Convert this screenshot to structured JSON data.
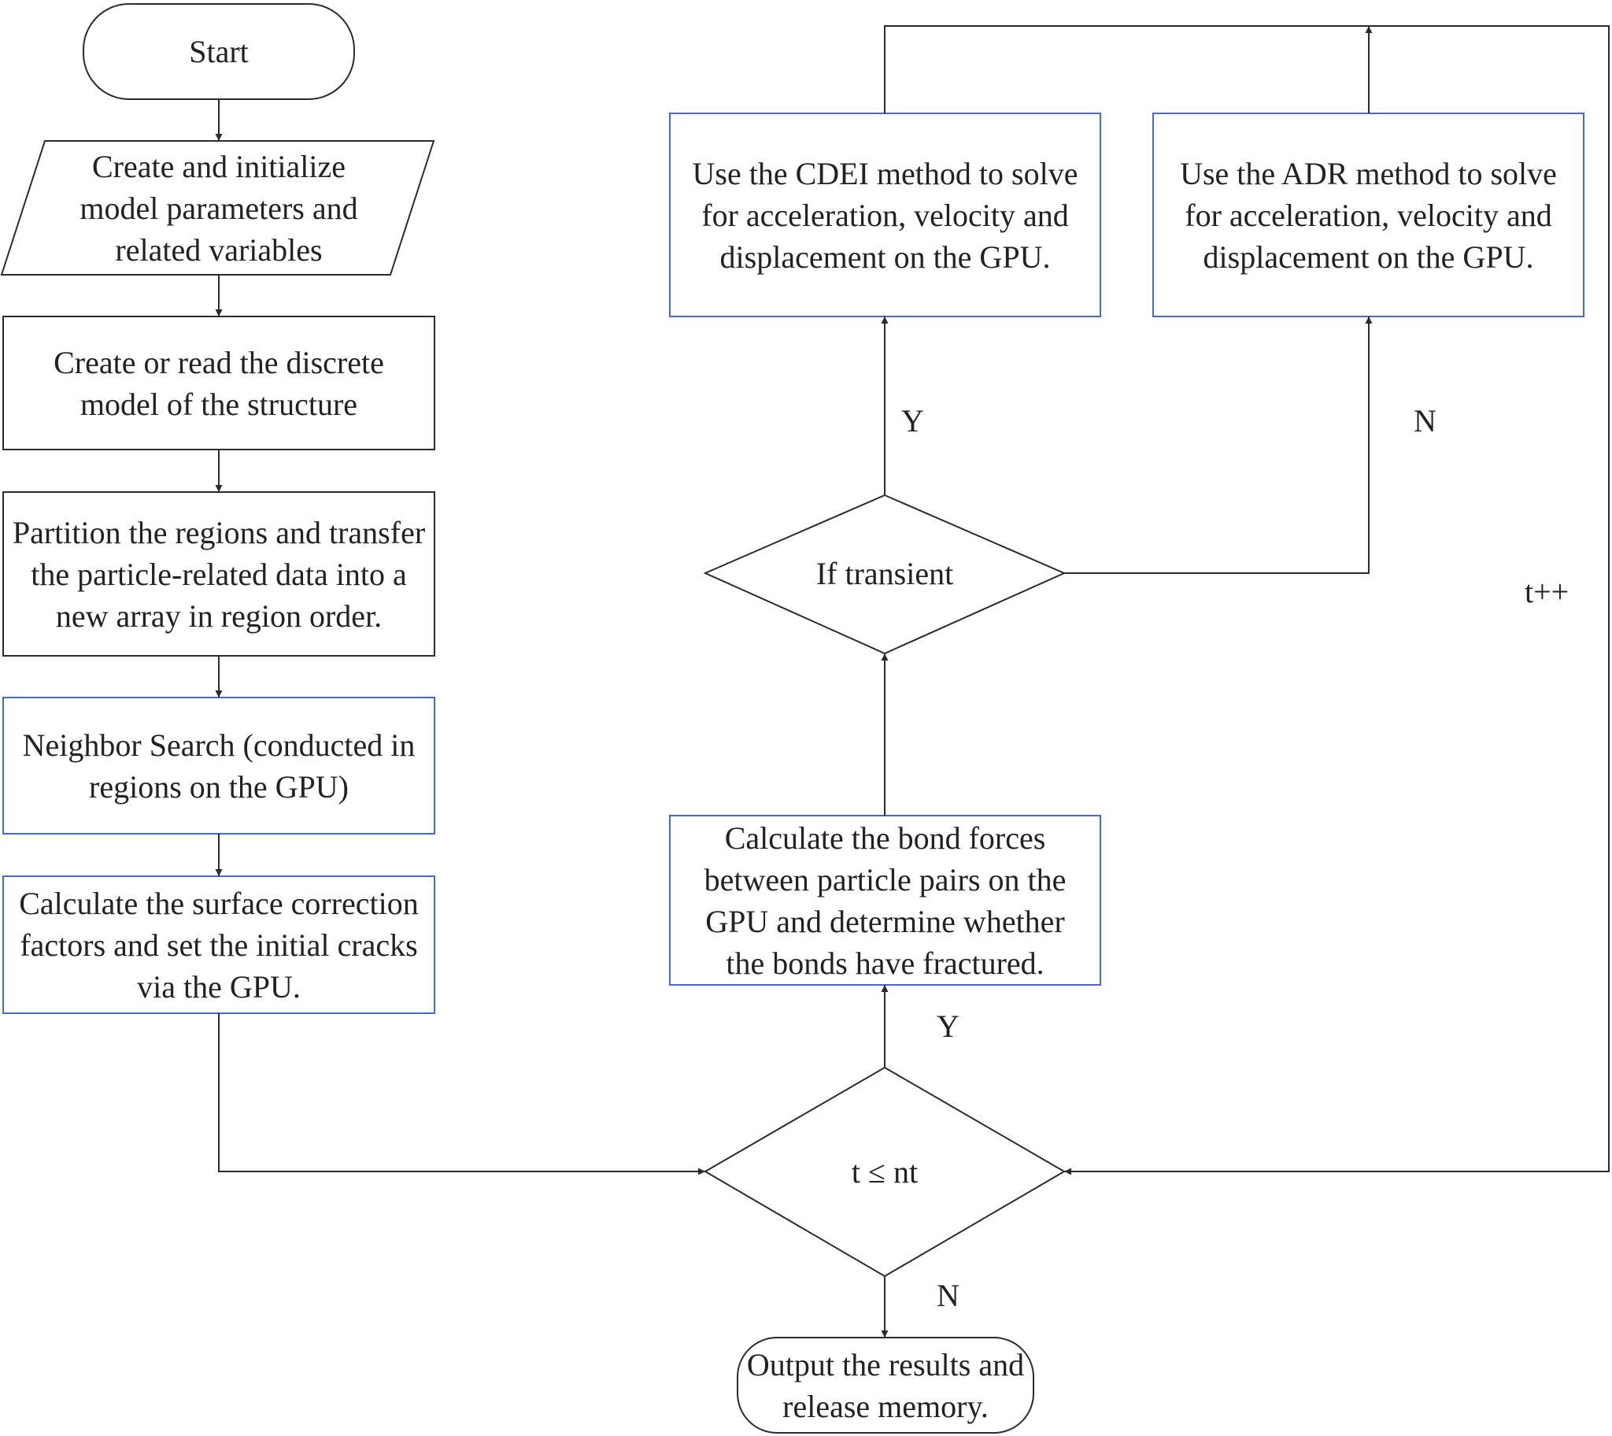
{
  "colors": {
    "line": "#2b2b2b",
    "process_border_dark": "#2b2b2b",
    "process_border_blue": "#4a66d6",
    "text": "#222222",
    "background": "#ffffff"
  },
  "nodes": {
    "start": "Start",
    "init_params": "Create and initialize model parameters and related variables",
    "discrete_model": "Create or read the discrete model of the structure",
    "partition": "Partition the regions and transfer the particle-related data into a new array in region order.",
    "neighbor_search": "Neighbor Search (conducted in regions on the GPU)",
    "surface_correction": "Calculate the surface correction factors and set the initial cracks via the GPU.",
    "time_check": "t ≤ nt",
    "bond_forces": "Calculate the bond forces between particle pairs on the GPU and determine whether the bonds have fractured.",
    "if_transient": "If transient",
    "cdei": "Use the CDEI method to solve for acceleration, velocity and displacement on the GPU.",
    "adr": "Use the ADR method to solve for acceleration, velocity and displacement on the GPU.",
    "output": "Output the results and release memory."
  },
  "edge_labels": {
    "time_yes": "Y",
    "time_no": "N",
    "transient_yes": "Y",
    "transient_no": "N",
    "loop_increment": "t++"
  }
}
